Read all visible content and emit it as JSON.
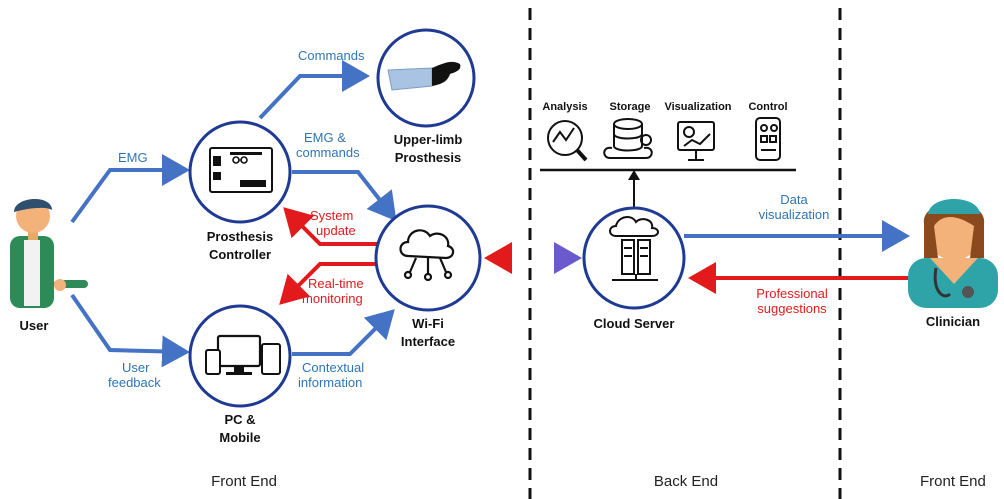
{
  "nodes": {
    "user": "User",
    "controller": [
      "Prosthesis",
      "Controller"
    ],
    "prosthesis": [
      "Upper-limb",
      "Prosthesis"
    ],
    "wifi": [
      "Wi-Fi",
      "Interface"
    ],
    "pc": [
      "PC &",
      "Mobile"
    ],
    "cloud": "Cloud Server",
    "clinician": "Clinician"
  },
  "edges": {
    "emg": "EMG",
    "commands": "Commands",
    "emg_commands": [
      "EMG &",
      "commands"
    ],
    "system_update": [
      "System",
      "update"
    ],
    "realtime": [
      "Real-time",
      "monitoring"
    ],
    "user_feedback": [
      "User",
      "feedback"
    ],
    "contextual": [
      "Contextual",
      "information"
    ],
    "data_vis": [
      "Data",
      "visualization"
    ],
    "pro_sugg": [
      "Professional",
      "suggestions"
    ]
  },
  "services": [
    "Analysis",
    "Storage",
    "Visualization",
    "Control"
  ],
  "sections": [
    "Front End",
    "Back End",
    "Front End"
  ],
  "colors": {
    "blue": "#4472C4",
    "red": "#E31A1C",
    "circle": "#1F3A93",
    "blue_text": "#2E75B6"
  }
}
